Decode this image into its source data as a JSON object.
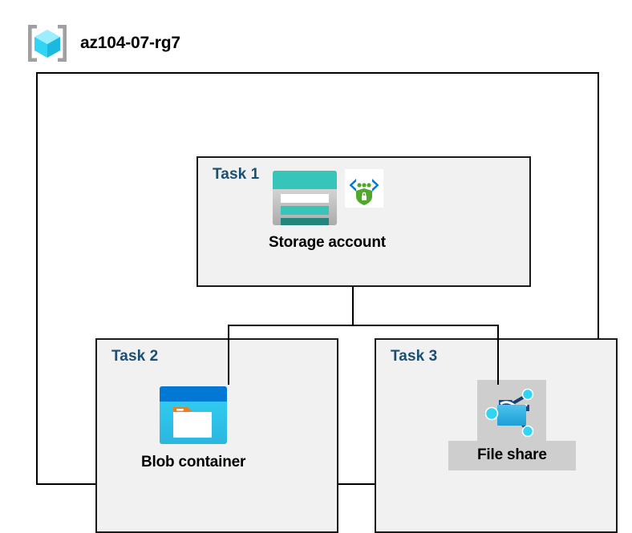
{
  "header": {
    "title": "az104-07-rg7",
    "icon": "resource-group-icon"
  },
  "diagram": {
    "type": "azure-architecture",
    "container": "resource-group",
    "panels": [
      {
        "id": "task1",
        "label": "Task 1",
        "node": {
          "caption": "Storage account",
          "icons": [
            "storage-account-icon",
            "encryption-icon"
          ],
          "highlighted": false
        }
      },
      {
        "id": "task2",
        "label": "Task 2",
        "node": {
          "caption": "Blob container",
          "icons": [
            "blob-container-icon"
          ],
          "highlighted": false
        }
      },
      {
        "id": "task3",
        "label": "Task 3",
        "node": {
          "caption": "File share",
          "icons": [
            "file-share-icon"
          ],
          "highlighted": true
        }
      }
    ],
    "connections": [
      {
        "from": "task1",
        "to": "task2"
      },
      {
        "from": "task1",
        "to": "task3"
      }
    ]
  },
  "colors": {
    "task_label": "#1B4F72",
    "panel_background": "#F1F1F1",
    "panel_border": "#1A1A1A",
    "container_border": "#000000",
    "highlight": "#CECECE",
    "storage_teal": "#36C5B8",
    "storage_teal_dark": "#22867D",
    "blob_blue": "#0078D4",
    "blob_cyan": "#32C5F4",
    "folder_tab_orange": "#F07C1E",
    "shield_green": "#4FA72B",
    "bracket_blue": "#0078D4",
    "cube_cyan": "#50E6FF",
    "bracket_gray": "#A0A0A0",
    "connector": "#000000",
    "caption_text": "#000000"
  }
}
